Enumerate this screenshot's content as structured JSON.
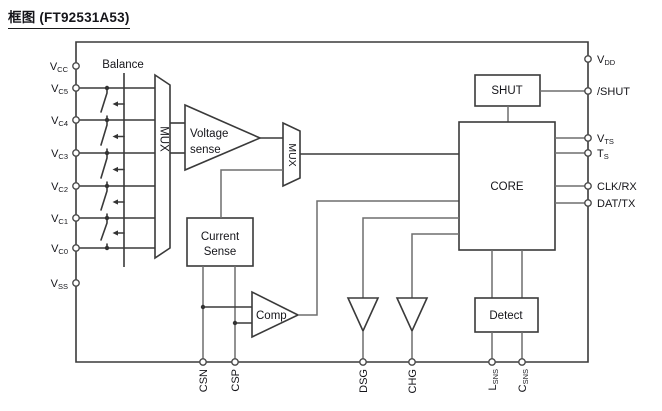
{
  "title": "框图 (FT92531A53)",
  "pins": {
    "left": [
      {
        "id": "vcc",
        "main": "V",
        "sub": "CC"
      },
      {
        "id": "vc5",
        "main": "V",
        "sub": "C5"
      },
      {
        "id": "vc4",
        "main": "V",
        "sub": "C4"
      },
      {
        "id": "vc3",
        "main": "V",
        "sub": "C3"
      },
      {
        "id": "vc2",
        "main": "V",
        "sub": "C2"
      },
      {
        "id": "vc1",
        "main": "V",
        "sub": "C1"
      },
      {
        "id": "vc0",
        "main": "V",
        "sub": "C0"
      },
      {
        "id": "vss",
        "main": "V",
        "sub": "SS"
      }
    ],
    "right": [
      {
        "id": "vdd",
        "main": "V",
        "sub": "DD"
      },
      {
        "id": "shut-n",
        "main": "/SHUT",
        "sub": ""
      },
      {
        "id": "vts",
        "main": "V",
        "sub": "TS"
      },
      {
        "id": "ts",
        "main": "T",
        "sub": "S"
      },
      {
        "id": "clkrx",
        "main": "CLK/RX",
        "sub": ""
      },
      {
        "id": "dattx",
        "main": "DAT/TX",
        "sub": ""
      }
    ],
    "bottom": [
      {
        "id": "csn",
        "main": "CSN",
        "sub": ""
      },
      {
        "id": "csp",
        "main": "CSP",
        "sub": ""
      },
      {
        "id": "dsg",
        "main": "DSG",
        "sub": ""
      },
      {
        "id": "chg",
        "main": "CHG",
        "sub": ""
      },
      {
        "id": "lsns",
        "main": "L",
        "sub": "SNS"
      },
      {
        "id": "csns",
        "main": "C",
        "sub": "SNS"
      }
    ]
  },
  "labels": {
    "balance": "Balance",
    "mux1": "MUX",
    "mux2": "MUX",
    "voltage_sense_line1": "Voltage",
    "voltage_sense_line2": "sense",
    "current_sense_line1": "Current",
    "current_sense_line2": "Sense",
    "comp": "Comp",
    "shut": "SHUT",
    "core": "CORE",
    "detect": "Detect"
  },
  "colors": {
    "structure_line": "#3a3a3a",
    "wire_line": "#6e6e6e",
    "text": "#15151a",
    "background": "#ffffff"
  }
}
